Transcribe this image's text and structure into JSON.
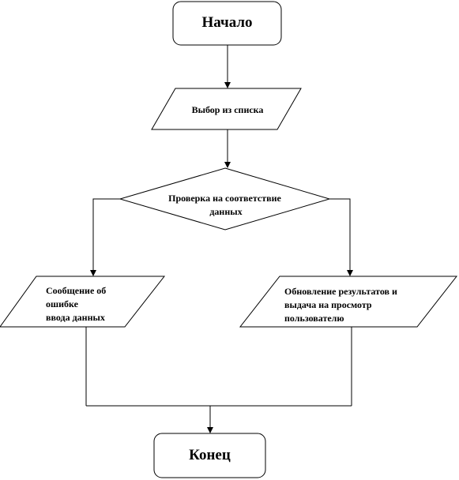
{
  "flowchart": {
    "start": {
      "label": "Начало"
    },
    "select": {
      "label": "Выбор из списка"
    },
    "check": {
      "lines": [
        "Проверка на соответствие",
        "данных"
      ]
    },
    "error": {
      "lines": [
        "Сообщение об",
        "ошибке",
        "ввода данных"
      ]
    },
    "update": {
      "lines": [
        "Обновление результатов и",
        "выдача на просмотр",
        "пользователю"
      ]
    },
    "end": {
      "label": "Конец"
    }
  }
}
